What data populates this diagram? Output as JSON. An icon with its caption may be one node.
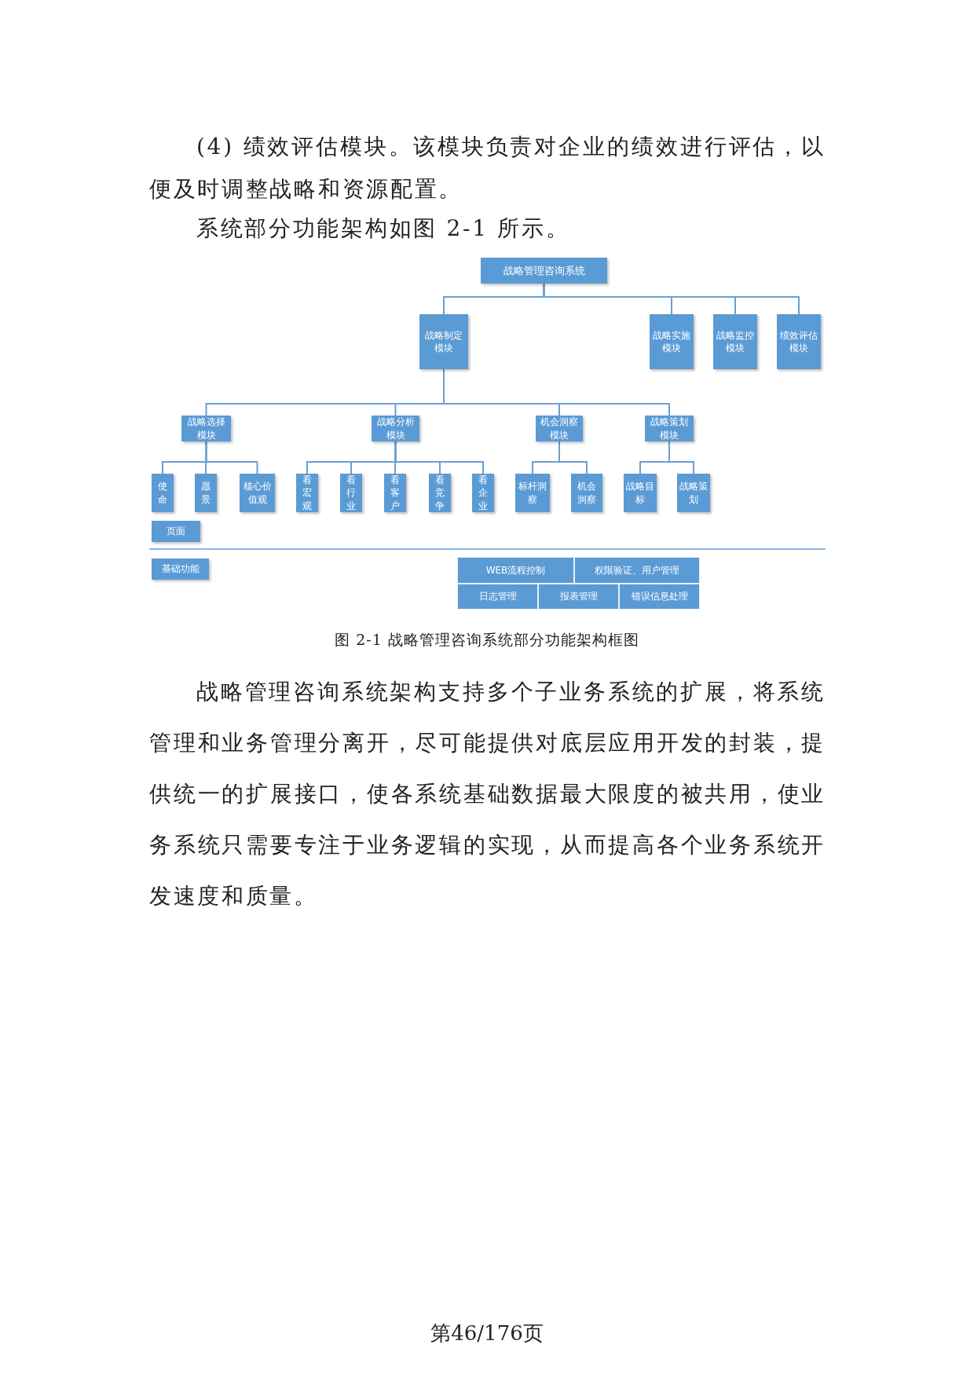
{
  "diagram": {
    "caption": "图 2-1  战略管理咨询系统部分功能架构框图",
    "nodes": [
      {
        "text": [
          "战略管理咨询系统"
        ]
      },
      {
        "text": [
          "战略制定模块"
        ]
      },
      {
        "text": [
          "战略实施模块"
        ]
      },
      {
        "text": [
          "战略监控模块"
        ]
      },
      {
        "text": [
          "绩效评估模块"
        ]
      },
      {
        "text": [
          "战略选择模块"
        ]
      },
      {
        "text": [
          "战略分析模块"
        ]
      },
      {
        "text": [
          "机会洞察模块"
        ]
      },
      {
        "text": [
          "战略策划模块"
        ]
      },
      {
        "text": [
          "使命"
        ]
      },
      {
        "text": [
          "愿景"
        ]
      },
      {
        "text": [
          "核心价值观"
        ]
      },
      {
        "text": [
          "看宏观"
        ]
      },
      {
        "text": [
          "看行业"
        ]
      },
      {
        "text": [
          "看客户"
        ]
      },
      {
        "text": [
          "看竞争"
        ]
      },
      {
        "text": [
          "看企业"
        ]
      },
      {
        "text": [
          "标杆洞察"
        ]
      },
      {
        "text": [
          "机会洞察"
        ]
      },
      {
        "text": [
          "战略目标"
        ]
      },
      {
        "text": [
          "战略策划"
        ]
      },
      {
        "text": [
          "页面"
        ]
      },
      {
        "text": [
          "基础功能"
        ]
      },
      {
        "text": [
          "WEB流程控制"
        ]
      },
      {
        "text": [
          "权限验证、用户管理"
        ]
      },
      {
        "text": [
          "日志管理"
        ]
      },
      {
        "text": [
          "报表管理"
        ]
      },
      {
        "text": [
          "错误信息处理"
        ]
      }
    ],
    "edges": [
      {
        "from": 0,
        "to": 1,
        "arrow": "none"
      },
      {
        "from": 0,
        "to": 2,
        "arrow": "none"
      },
      {
        "from": 0,
        "to": 3,
        "arrow": "none"
      },
      {
        "from": 0,
        "to": 4,
        "arrow": "none"
      },
      {
        "from": 1,
        "to": 5,
        "arrow": "none"
      },
      {
        "from": 1,
        "to": 6,
        "arrow": "none"
      },
      {
        "from": 1,
        "to": 7,
        "arrow": "none"
      },
      {
        "from": 1,
        "to": 8,
        "arrow": "none"
      },
      {
        "from": 5,
        "to": 9,
        "arrow": "none"
      },
      {
        "from": 5,
        "to": 10,
        "arrow": "none"
      },
      {
        "from": 5,
        "to": 11,
        "arrow": "none"
      },
      {
        "from": 6,
        "to": 12,
        "arrow": "none"
      },
      {
        "from": 6,
        "to": 13,
        "arrow": "none"
      },
      {
        "from": 6,
        "to": 14,
        "arrow": "none"
      },
      {
        "from": 6,
        "to": 15,
        "arrow": "none"
      },
      {
        "from": 6,
        "to": 16,
        "arrow": "none"
      },
      {
        "from": 7,
        "to": 17,
        "arrow": "none"
      },
      {
        "from": 7,
        "to": 18,
        "arrow": "none"
      },
      {
        "from": 8,
        "to": 19,
        "arrow": "none"
      },
      {
        "from": 8,
        "to": 20,
        "arrow": "none"
      }
    ],
    "labels": [
      "(4) 绩效评估模块。该模块负责对企业的绩效进行评估，以便及时调整战略和资源配置。",
      "系统部分功能架构如图 2-1 所示。",
      "战略管理咨询系统架构支持多个子业务系统的扩展，将系统管理和业务管理分离开，尽可能提供对底层应用开发的封装，提供统一的扩展接口，使各系统基础数据最大限度的被共用，使业务系统只需要专注于业务逻辑的实现，从而提高各个业务系统开发速度和质量。",
      "第46/176页"
    ]
  }
}
